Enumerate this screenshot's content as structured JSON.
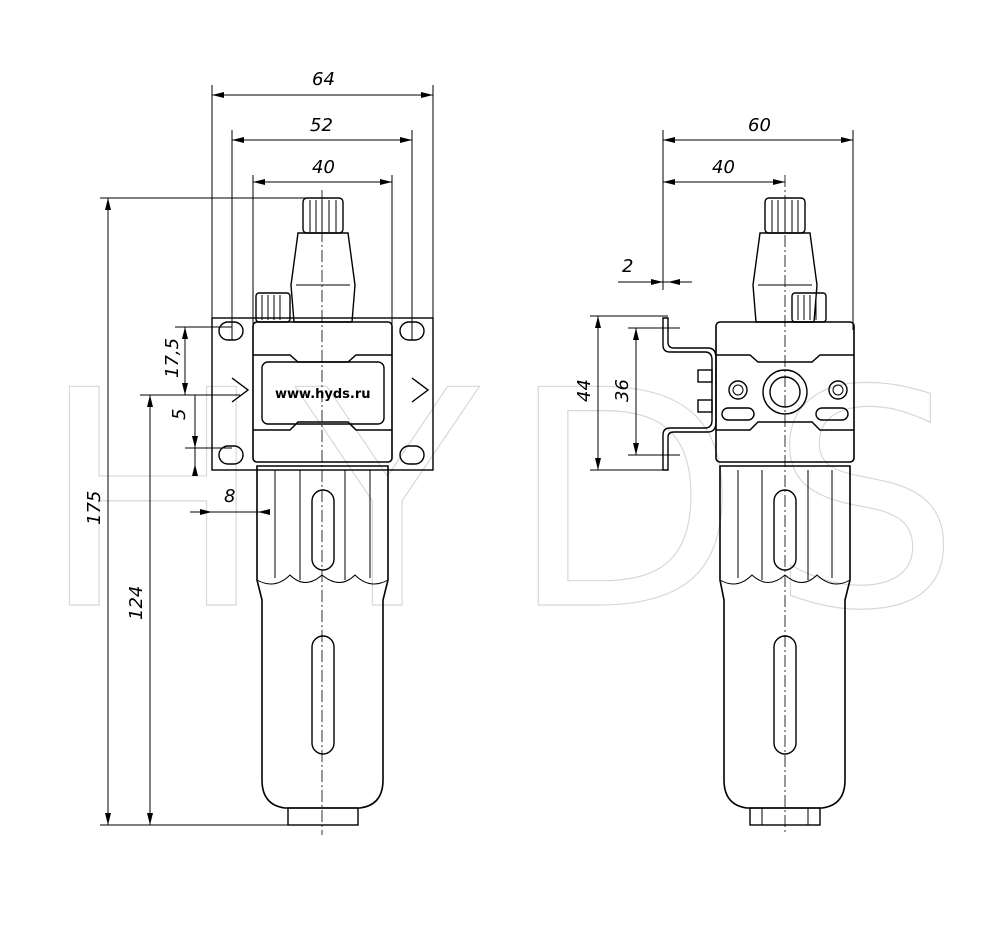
{
  "watermark": "HYDS",
  "front_view": {
    "label": "www.hyds.ru",
    "dimensions": {
      "width_outer": "64",
      "width_mount": "52",
      "width_body": "40",
      "height_total": "175",
      "height_lower": "124",
      "offset_17_5": "17,5",
      "offset_5": "5",
      "offset_8": "8"
    }
  },
  "side_view": {
    "dimensions": {
      "width_total": "60",
      "width_body": "40",
      "gap": "2",
      "height_bracket": "44",
      "height_slot": "36"
    }
  }
}
